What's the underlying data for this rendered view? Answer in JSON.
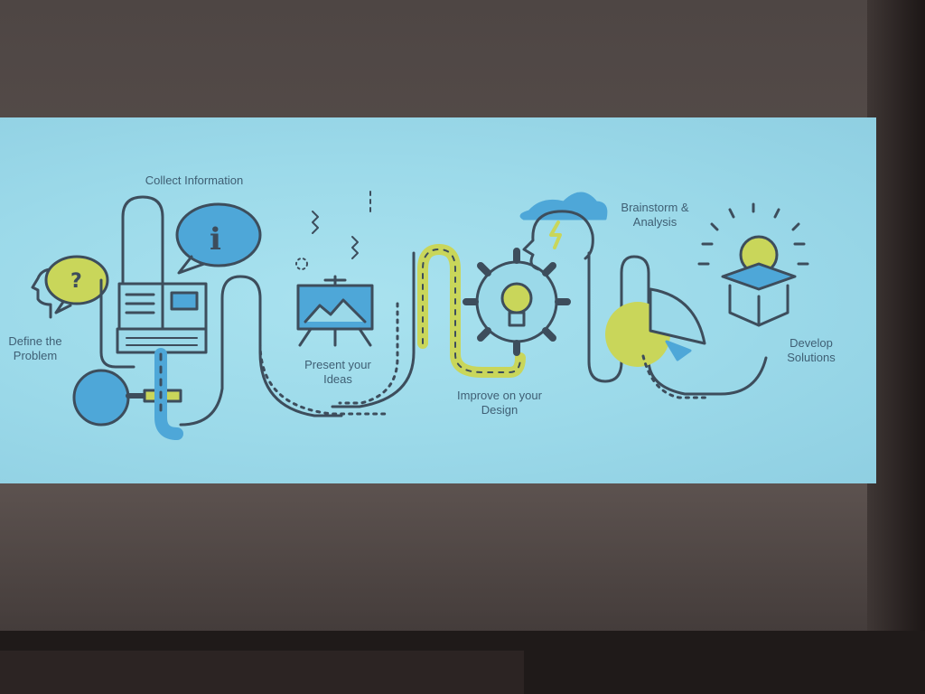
{
  "slide": {
    "steps": [
      {
        "id": "define",
        "label": "Define the\nProblem",
        "icon": "question-speech-bubble-icon"
      },
      {
        "id": "collect",
        "label": "Collect Information",
        "icon": "info-speech-bubble-icon"
      },
      {
        "id": "present",
        "label": "Present your\nIdeas",
        "icon": "easel-icon"
      },
      {
        "id": "improve",
        "label": "Improve on your\nDesign",
        "icon": "gear-lightbulb-icon"
      },
      {
        "id": "brainstorm",
        "label": "Brainstorm &\nAnalysis",
        "icon": "head-cloud-icon"
      },
      {
        "id": "develop",
        "label": "Develop\nSolutions",
        "icon": "box-lightbulb-icon"
      }
    ]
  },
  "colors": {
    "slide_background": "#9bd9e9",
    "line": "#3d4d5c",
    "accent_yellow": "#c9d65a",
    "accent_blue": "#4ea7d8",
    "label_text": "#3f5f74"
  }
}
